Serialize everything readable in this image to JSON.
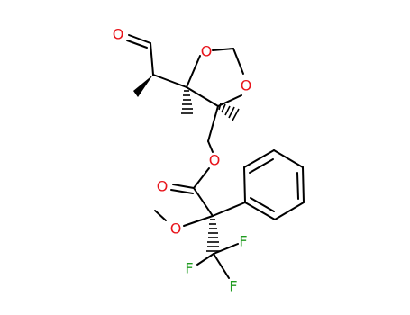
{
  "molecule": {
    "colors": {
      "bond": "#000000",
      "oxygen": "#e8141b",
      "fluorine": "#1f9b1f",
      "background": "#ffffff"
    },
    "atoms": {
      "o_aldehyde": "O",
      "o_ring_top": "O",
      "o_ring_right": "O",
      "o_ester": "O",
      "o_carbonyl": "O",
      "o_methoxy": "O",
      "f_right": "F",
      "f_left": "F",
      "f_bottom": "F"
    }
  }
}
